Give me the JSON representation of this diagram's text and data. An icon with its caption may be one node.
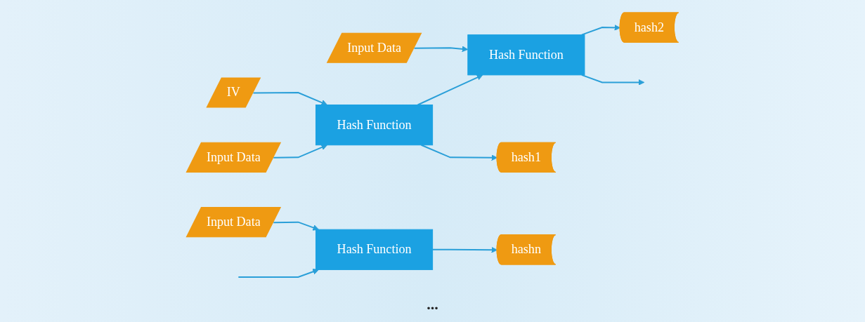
{
  "diagram": {
    "nodes": [
      {
        "text": [
          "Input Data"
        ]
      },
      {
        "text": [
          "Input Data"
        ]
      },
      {
        "text": [
          "Input Data"
        ]
      },
      {
        "text": [
          "IV"
        ]
      },
      {
        "text": [
          "Hash Function"
        ]
      },
      {
        "text": [
          "Hash Function"
        ]
      },
      {
        "text": [
          "Hash Function"
        ]
      },
      {
        "text": [
          "hash1"
        ]
      },
      {
        "text": [
          "hash2"
        ]
      },
      {
        "text": [
          "hashn"
        ]
      }
    ],
    "edges": [
      {
        "from": 0,
        "to": 4,
        "arrow": "to"
      },
      {
        "from": 3,
        "to": 4,
        "arrow": "to"
      },
      {
        "from": 4,
        "to": 7,
        "arrow": "to"
      },
      {
        "from": 4,
        "to": 5,
        "arrow": "to"
      },
      {
        "from": 1,
        "to": 5,
        "arrow": "to"
      },
      {
        "from": 5,
        "to": 8,
        "arrow": "to"
      },
      {
        "from": 5,
        "to": null,
        "arrow": "to"
      },
      {
        "from": null,
        "to": 6,
        "arrow": "to"
      },
      {
        "from": 2,
        "to": 6,
        "arrow": "to"
      },
      {
        "from": 6,
        "to": 9,
        "arrow": "to"
      }
    ],
    "labels": [
      "..."
    ]
  }
}
